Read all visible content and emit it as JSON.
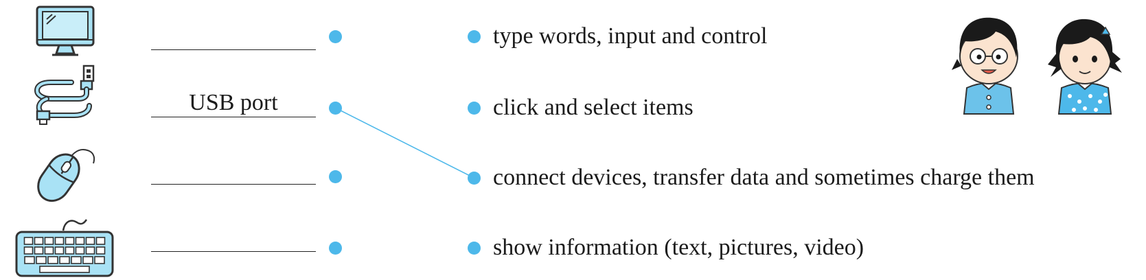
{
  "colors": {
    "accent": "#4db8ea",
    "icon_fill": "#a9e2f5",
    "outline": "#333333"
  },
  "devices": [
    {
      "icon": "monitor-icon",
      "answer": ""
    },
    {
      "icon": "usb-cable-icon",
      "answer": "USB port"
    },
    {
      "icon": "mouse-icon",
      "answer": ""
    },
    {
      "icon": "keyboard-icon",
      "answer": ""
    }
  ],
  "definitions": [
    {
      "text": "type words, input and control"
    },
    {
      "text": "click and select items"
    },
    {
      "text": "connect devices, transfer data and sometimes charge them"
    },
    {
      "text": "show information (text, pictures, video)"
    }
  ],
  "matches": [
    {
      "device": "USB port",
      "definition": "connect devices, transfer data and sometimes charge them"
    }
  ],
  "characters": [
    "boy-with-glasses-illustration",
    "girl-illustration"
  ]
}
